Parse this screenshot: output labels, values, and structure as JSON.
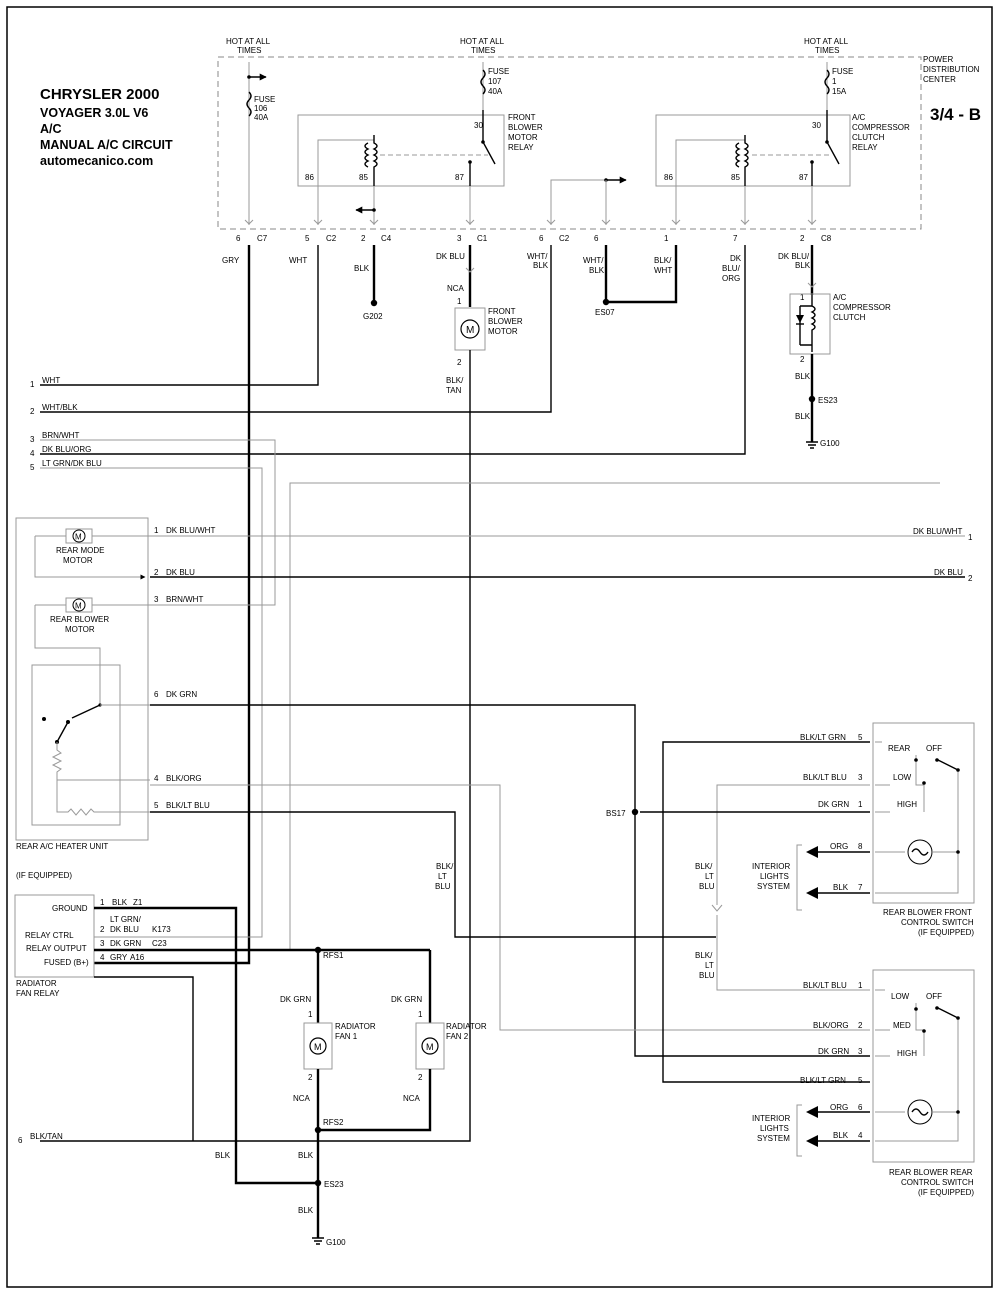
{
  "header": {
    "title": "CHRYSLER 2000",
    "subtitle": [
      "VOYAGER  3.0L  V6",
      "A/C",
      "MANUAL A/C CIRCUIT",
      "automecanico.com"
    ],
    "sheet": "3/4 - B"
  },
  "pdc": {
    "label": [
      "POWER",
      "DISTRIBUTION",
      "CENTER"
    ],
    "hot": [
      "HOT AT ALL",
      "TIMES"
    ],
    "fuses": [
      {
        "label": "FUSE",
        "num": "106",
        "amp": "40A"
      },
      {
        "label": "FUSE",
        "num": "107",
        "amp": "40A"
      },
      {
        "label": "FUSE",
        "num": "1",
        "amp": "15A"
      }
    ],
    "front_relay": [
      "FRONT",
      "BLOWER",
      "MOTOR",
      "RELAY"
    ],
    "ac_relay": [
      "A/C",
      "COMPRESSOR",
      "CLUTCH",
      "RELAY"
    ],
    "pins": [
      "30",
      "86",
      "85",
      "87"
    ],
    "connectors": [
      {
        "pin": "6",
        "conn": "C7"
      },
      {
        "pin": "5",
        "conn": "C2"
      },
      {
        "pin": "2",
        "conn": "C4"
      },
      {
        "pin": "3",
        "conn": "C1"
      },
      {
        "pin": "6",
        "conn": "C2"
      },
      {
        "pin": "6",
        "conn": ""
      },
      {
        "pin": "1",
        "conn": ""
      },
      {
        "pin": "7",
        "conn": ""
      },
      {
        "pin": "2",
        "conn": "C8"
      }
    ]
  },
  "wires": {
    "gry": "GRY",
    "wht": "WHT",
    "blk": "BLK",
    "dk_blu": "DK BLU",
    "nca": "NCA",
    "blk_tan": [
      "BLK/",
      "TAN"
    ],
    "wht_blk": [
      "WHT/",
      "BLK"
    ],
    "blk_wht": [
      "BLK/",
      "WHT"
    ],
    "dk_blu_org": [
      "DK",
      "BLU/",
      "ORG"
    ],
    "dk_blu_blk": [
      "DK BLU/",
      "BLK"
    ],
    "blk_lt_blu": [
      "BLK/",
      "LT",
      "BLU"
    ]
  },
  "components": {
    "front_blower": [
      "FRONT",
      "BLOWER",
      "MOTOR"
    ],
    "ac_clutch": [
      "A/C",
      "COMPRESSOR",
      "CLUTCH"
    ],
    "rear_mode": [
      "REAR MODE",
      "MOTOR"
    ],
    "rear_blower": [
      "REAR BLOWER",
      "MOTOR"
    ],
    "rear_heater": "REAR A/C HEATER UNIT",
    "if_equipped": "(IF EQUIPPED)",
    "radiator_relay": [
      "RADIATOR",
      "FAN RELAY"
    ],
    "fan1": [
      "RADIATOR",
      "FAN 1"
    ],
    "fan2": [
      "RADIATOR",
      "FAN 2"
    ],
    "interior_lights": [
      "INTERIOR",
      "LIGHTS",
      "SYSTEM"
    ],
    "front_switch": [
      "REAR BLOWER FRONT",
      "CONTROL SWITCH",
      "(IF EQUIPPED)"
    ],
    "rear_switch": [
      "REAR BLOWER REAR",
      "CONTROL SWITCH",
      "(IF EQUIPPED)"
    ],
    "switch_front_pos": [
      "REAR",
      "OFF",
      "LOW",
      "HIGH"
    ],
    "switch_rear_pos": [
      "LOW",
      "OFF",
      "MED",
      "HIGH"
    ]
  },
  "splices": {
    "g202": "G202",
    "es07": "ES07",
    "es23": "ES23",
    "g100": "G100",
    "bs17": "BS17",
    "rfs1": "RFS1",
    "rfs2": "RFS2"
  },
  "left_refs": [
    {
      "num": "1",
      "wire": "WHT"
    },
    {
      "num": "2",
      "wire": "WHT/BLK"
    },
    {
      "num": "3",
      "wire": "BRN/WHT"
    },
    {
      "num": "4",
      "wire": "DK BLU/ORG"
    },
    {
      "num": "5",
      "wire": "LT GRN/DK BLU"
    },
    {
      "num": "6",
      "wire": "BLK/TAN"
    }
  ],
  "rear_unit_pins": [
    {
      "pin": "1",
      "wire": "DK BLU/WHT"
    },
    {
      "pin": "2",
      "wire": "DK BLU"
    },
    {
      "pin": "3",
      "wire": "BRN/WHT"
    },
    {
      "pin": "6",
      "wire": "DK GRN"
    },
    {
      "pin": "4",
      "wire": "BLK/ORG"
    },
    {
      "pin": "5",
      "wire": "BLK/LT BLU"
    }
  ],
  "right_refs": [
    {
      "num": "1",
      "wire": "DK BLU/WHT"
    },
    {
      "num": "2",
      "wire": "DK BLU"
    }
  ],
  "relay_pins": [
    {
      "name": "GROUND",
      "pin": "1",
      "wire": "BLK",
      "circuit": "Z1"
    },
    {
      "name": "RELAY CTRL",
      "pin": "2",
      "wire": "DK BLU",
      "wire_top": "LT GRN/",
      "circuit": "K173"
    },
    {
      "name": "RELAY OUTPUT",
      "pin": "3",
      "wire": "DK GRN",
      "circuit": "C23"
    },
    {
      "name": "FUSED (B+)",
      "pin": "4",
      "wire": "GRY",
      "circuit": "A16"
    }
  ],
  "front_switch_pins": [
    {
      "wire": "BLK/LT GRN",
      "pin": "5"
    },
    {
      "wire": "BLK/LT BLU",
      "pin": "3"
    },
    {
      "wire": "DK GRN",
      "pin": "1"
    },
    {
      "wire": "ORG",
      "pin": "8"
    },
    {
      "wire": "BLK",
      "pin": "7"
    }
  ],
  "rear_switch_pins": [
    {
      "wire": "BLK/LT BLU",
      "pin": "1"
    },
    {
      "wire": "BLK/ORG",
      "pin": "2"
    },
    {
      "wire": "DK GRN",
      "pin": "3"
    },
    {
      "wire": "BLK/LT GRN",
      "pin": "5"
    },
    {
      "wire": "ORG",
      "pin": "6"
    },
    {
      "wire": "BLK",
      "pin": "4"
    }
  ],
  "fan_wires": {
    "dk_grn": "DK GRN",
    "nca": "NCA",
    "blk": "BLK",
    "pin1": "1",
    "pin2": "2"
  }
}
